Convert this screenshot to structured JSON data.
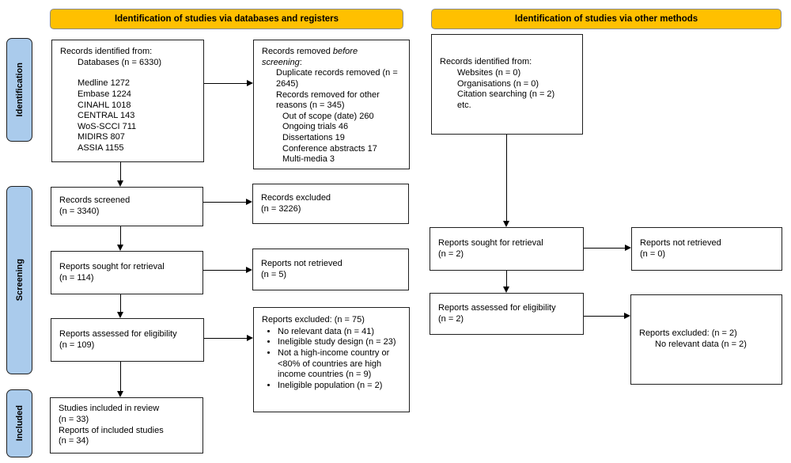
{
  "colors": {
    "header_bg": "#FFC000",
    "stage_bg": "#AACBEC"
  },
  "headers": {
    "databases": "Identification of studies via databases and registers",
    "other": "Identification of studies via other methods"
  },
  "stages": {
    "identification": "Identification",
    "screening": "Screening",
    "included": "Included"
  },
  "db_flow": {
    "identified": {
      "line1": "Records identified from:",
      "line2": "Databases (n = 6330)",
      "sources": [
        "Medline 1272",
        "Embase 1224",
        "CINAHL 1018",
        "CENTRAL 143",
        "WoS-SCCI 711",
        "MIDIRS 807",
        "ASSIA 1155"
      ]
    },
    "removed": {
      "title_prefix": "Records removed ",
      "title_italic1": "before",
      "title_italic2": "screening",
      "title_suffix": ":",
      "line1": "Duplicate records removed (n = 2645)",
      "line2": "Records removed for other reasons (n = 345)",
      "reasons": [
        "Out of scope (date) 260",
        "Ongoing trials 46",
        "Dissertations 19",
        "Conference abstracts 17",
        "Multi-media 3"
      ]
    },
    "screened": {
      "line1": "Records screened",
      "line2": "(n = 3340)"
    },
    "excluded": {
      "line1": "Records excluded",
      "line2": "(n = 3226)"
    },
    "sought": {
      "line1": "Reports sought for retrieval",
      "line2": "(n = 114)"
    },
    "not_retrieved": {
      "line1": "Reports not retrieved",
      "line2": "(n = 5)"
    },
    "assessed": {
      "line1": "Reports assessed for eligibility",
      "line2": "(n = 109)"
    },
    "excluded_eligibility": {
      "title": "Reports excluded: (n = 75)",
      "bullets": [
        "No relevant data (n = 41)",
        "Ineligible study design (n = 23)",
        "Not a high-income country or <80% of countries are high income countries (n = 9)",
        "Ineligible population (n = 2)"
      ]
    },
    "included": {
      "line1": "Studies included in review",
      "line2": "(n = 33)",
      "line3": "Reports of included studies",
      "line4": "(n = 34)"
    }
  },
  "other_flow": {
    "identified": {
      "line1": "Records identified from:",
      "sources": [
        "Websites (n = 0)",
        "Organisations (n = 0)",
        "Citation searching (n = 2)",
        "etc."
      ]
    },
    "sought": {
      "line1": "Reports sought for retrieval",
      "line2": "(n = 2)"
    },
    "not_retrieved": {
      "line1": "Reports not retrieved",
      "line2": "(n = 0)"
    },
    "assessed": {
      "line1": "Reports assessed for eligibility",
      "line2": "(n = 2)"
    },
    "excluded": {
      "line1": "Reports excluded: (n = 2)",
      "line2": "No relevant data (n = 2)"
    }
  }
}
